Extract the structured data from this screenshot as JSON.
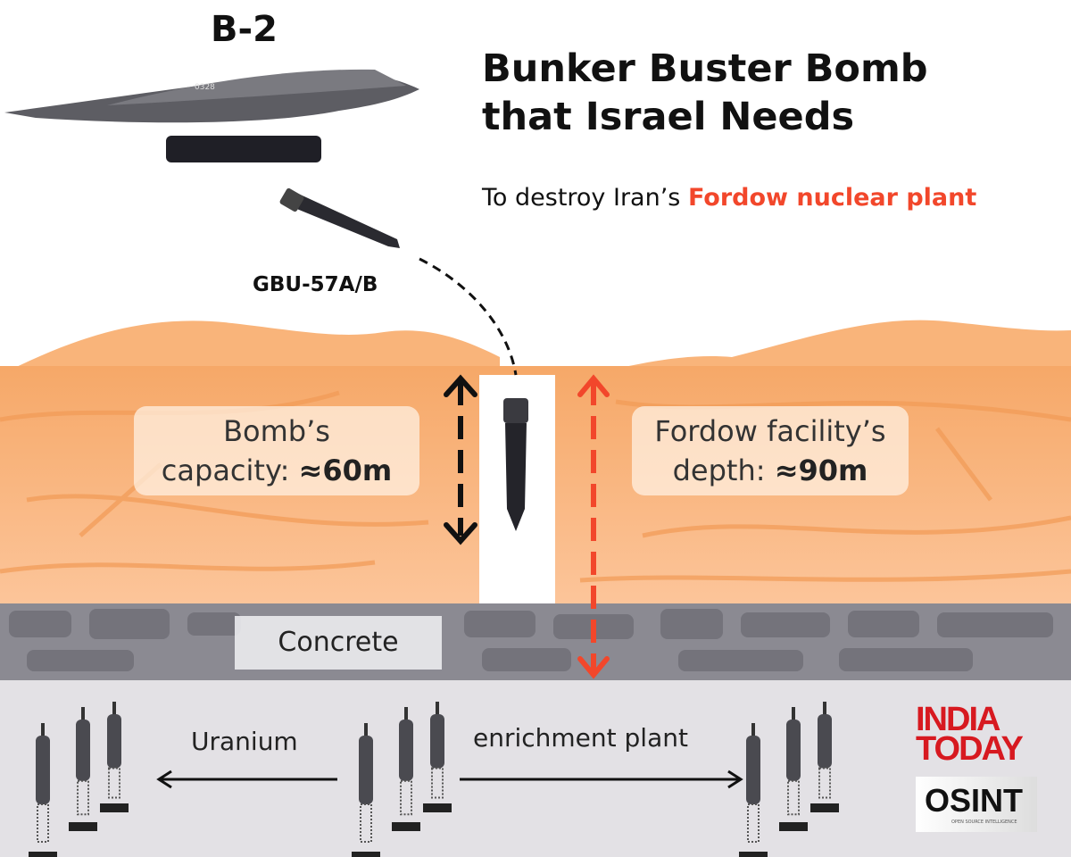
{
  "title": {
    "line1": "Bunker Buster Bomb",
    "line2": "that Israel Needs"
  },
  "subtitle": {
    "prefix": "To destroy Iran’s ",
    "highlight": "Fordow nuclear plant"
  },
  "aircraft_label": "B-2",
  "aircraft_serial": "0328",
  "bomb_label": "GBU-57A/B",
  "bomb_capacity": {
    "line1": "Bomb’s",
    "prefix": "capacity: ",
    "value": "≈60m"
  },
  "facility_depth": {
    "line1": "Fordow facility’s",
    "prefix": "depth: ",
    "value": "≈90m"
  },
  "concrete_label": "Concrete",
  "plant_labels": {
    "left": "Uranium",
    "right": "enrichment plant"
  },
  "logos": {
    "india_today": [
      "INDIA",
      "TODAY"
    ],
    "osint": "OSINT",
    "osint_tagline": "OPEN SOURCE INTELLIGENCE"
  },
  "colors": {
    "sand": "#f9b47a",
    "sand_dark": "#f5a05e",
    "concrete": "#8b8a92",
    "floor": "#e3e1e5",
    "accent_red": "#f2472b",
    "logo_red": "#d71920"
  }
}
